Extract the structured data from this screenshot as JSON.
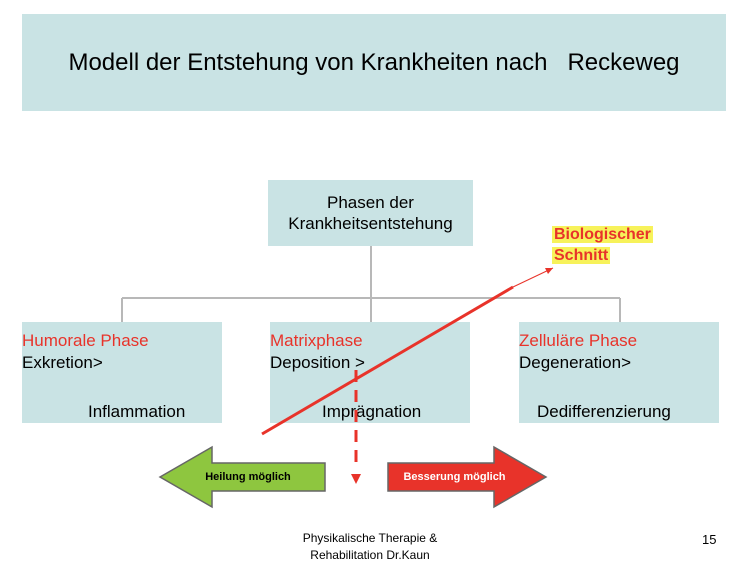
{
  "title": "Modell der Entstehung von Krankheiten nach   Reckeweg",
  "root": {
    "line1": "Phasen der",
    "line2": "Krankheitsentstehung"
  },
  "phases": [
    {
      "name": "Humorale Phase",
      "line1": "Exkretion>",
      "line2": "Inflammation"
    },
    {
      "name": "Matrixphase",
      "line1": "Deposition >",
      "line2": "Imprägnation"
    },
    {
      "name": "Zelluläre Phase",
      "line1": "Degeneration>",
      "line2": "Dedifferenzierung"
    }
  ],
  "biological_cut": {
    "line1": "Biologischer",
    "line2": "Schnitt"
  },
  "arrows": {
    "left_label": "Heilung möglich",
    "right_label": "Besserung möglich"
  },
  "footer": {
    "line1": "Physikalische Therapie &",
    "line2": "Rehabilitation Dr.Kaun"
  },
  "page_number": "15",
  "colors": {
    "box_fill": "#c9e3e4",
    "red": "#e8332a",
    "green_arrow": "#8ec63f",
    "highlight": "#f7f25a",
    "connector": "#b8b8b8"
  }
}
